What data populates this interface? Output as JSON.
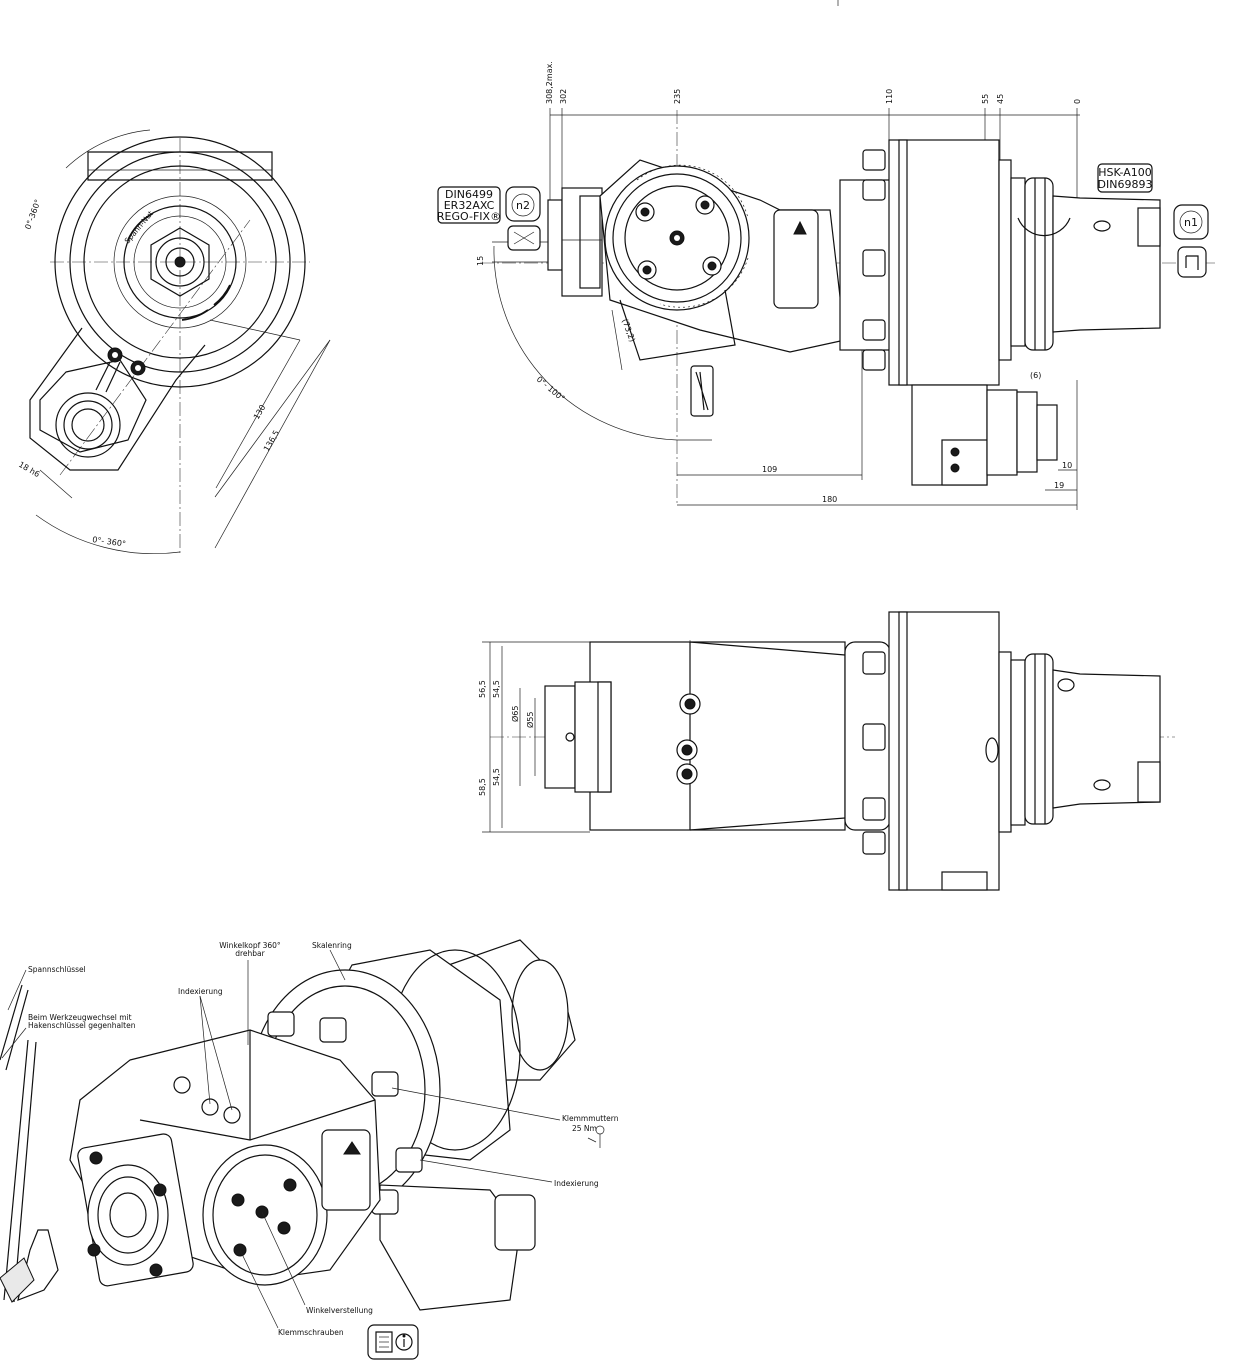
{
  "side_view": {
    "dims_top": [
      "308,2max.",
      "302",
      "235",
      "110",
      "55",
      "45",
      "0"
    ],
    "dims_bottom": [
      "109",
      "180",
      "10",
      "19"
    ],
    "dim_left": "15",
    "dim_angle_arc": "0°- 100°",
    "dim_slant": "(73,2)",
    "dim_small": "(6)",
    "spec_left": [
      "DIN6499",
      "ER32AXC",
      "REGO-FIX®"
    ],
    "spec_right": [
      "HSK-A100",
      "DIN69893"
    ],
    "rotation_out": "n2",
    "rotation_in": "n1"
  },
  "front_view": {
    "angle_top": "0°-360°",
    "angle_bottom": "0°- 360°",
    "dim_130": "130",
    "dim_1365": "136,5",
    "dim_shaft": "18 h6"
  },
  "top_view": {
    "dims_left": [
      "56,5",
      "58,5"
    ],
    "dims_inner": [
      "54,5",
      "54,5"
    ],
    "dims_dia": [
      "Ø65",
      "Ø55"
    ]
  },
  "iso_view": {
    "labels": {
      "wrench": "Spannschlüssel",
      "hold_1": "Beim Werkzeugwechsel mit",
      "hold_2": "Hakenschlüssel gegenhalten",
      "indexing_top": "Indexierung",
      "head_1": "Winkelkopf 360°",
      "head_2": "drehbar",
      "scale_ring": "Skalenring",
      "clamp_nuts": "Klemmmuttern",
      "torque": "25 Nm",
      "indexing_right": "Indexierung",
      "angle_adjust": "Winkelverstellung",
      "clamp_screws": "Klemmschrauben"
    }
  }
}
